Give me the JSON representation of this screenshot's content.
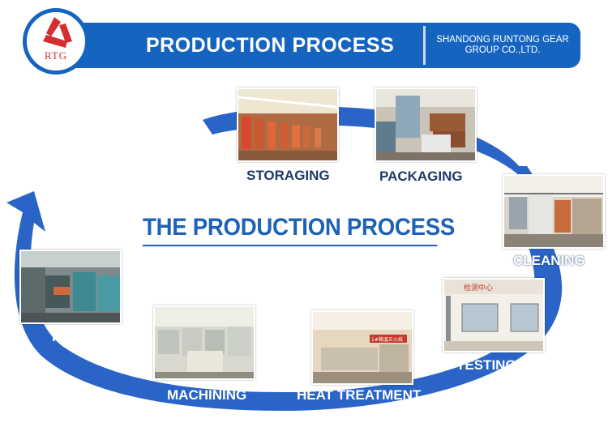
{
  "header": {
    "title": "PRODUCTION PROCESS",
    "company": "SHANDONG RUNTONG GEAR GROUP CO.,LTD.",
    "logo_text": "RTG"
  },
  "center_heading": "THE PRODUCTION PROCESS",
  "stages": {
    "storaging": "STORAGING",
    "packaging": "PACKAGING",
    "cleaning": "CLEANING",
    "testing": "TESTING",
    "heat_treatment": "HEAT TREATMENT",
    "machining": "MACHINING",
    "forging": "FORGING"
  },
  "testing_sign": "检测中心",
  "heat_sign": "1#箱温正火线",
  "colors": {
    "brand_blue": "#1565c0",
    "arc_blue": "#2a64c6",
    "logo_red": "#d32f2f"
  }
}
